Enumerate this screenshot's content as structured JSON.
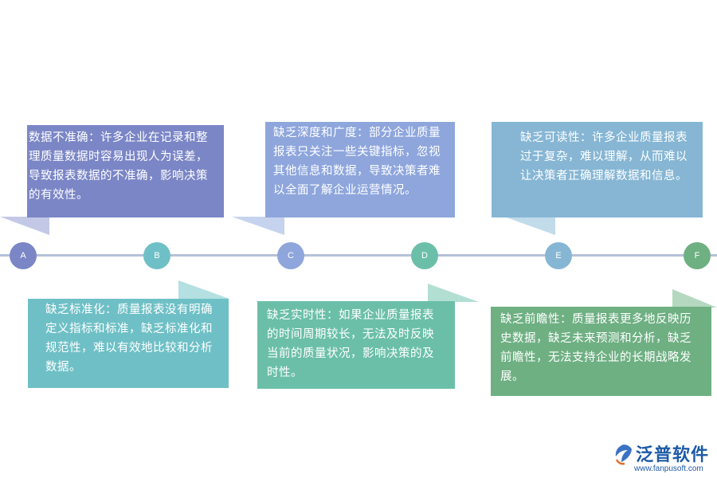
{
  "colors": {
    "A": "#7b86c6",
    "B": "#6fc0c6",
    "C": "#8ea6dc",
    "D": "#6bbfa8",
    "E": "#86b6d4",
    "F": "#6fb083"
  },
  "nodes": [
    "A",
    "B",
    "C",
    "D",
    "E",
    "F"
  ],
  "boxes": {
    "a_top": "数据不准确：许多企业在记录和整理质量数据时容易出现人为误差，导致报表数据的不准确，影响决策的有效性。",
    "b_bottom": "缺乏标准化：质量报表没有明确定义指标和标准，缺乏标准化和规范性，难以有效地比较和分析数据。",
    "c_top": "缺乏深度和广度：部分企业质量报表只关注一些关键指标，忽视其他信息和数据，导致决策者难以全面了解企业运营情况。",
    "d_bottom": "缺乏实时性：如果企业质量报表的时间周期较长，无法及时反映当前的质量状况，影响决策的及时性。",
    "e_top": "缺乏可读性：许多企业质量报表过于复杂，难以理解，从而难以让决策者正确理解数据和信息。",
    "f_bottom": "缺乏前瞻性：质量报表更多地反映历史数据，缺乏未来预测和分析，缺乏前瞻性，无法支持企业的长期战略发展。"
  },
  "logo": {
    "name": "泛普软件",
    "url": "www.fanpusoft.com",
    "icon": "fanpu-logo-icon"
  }
}
